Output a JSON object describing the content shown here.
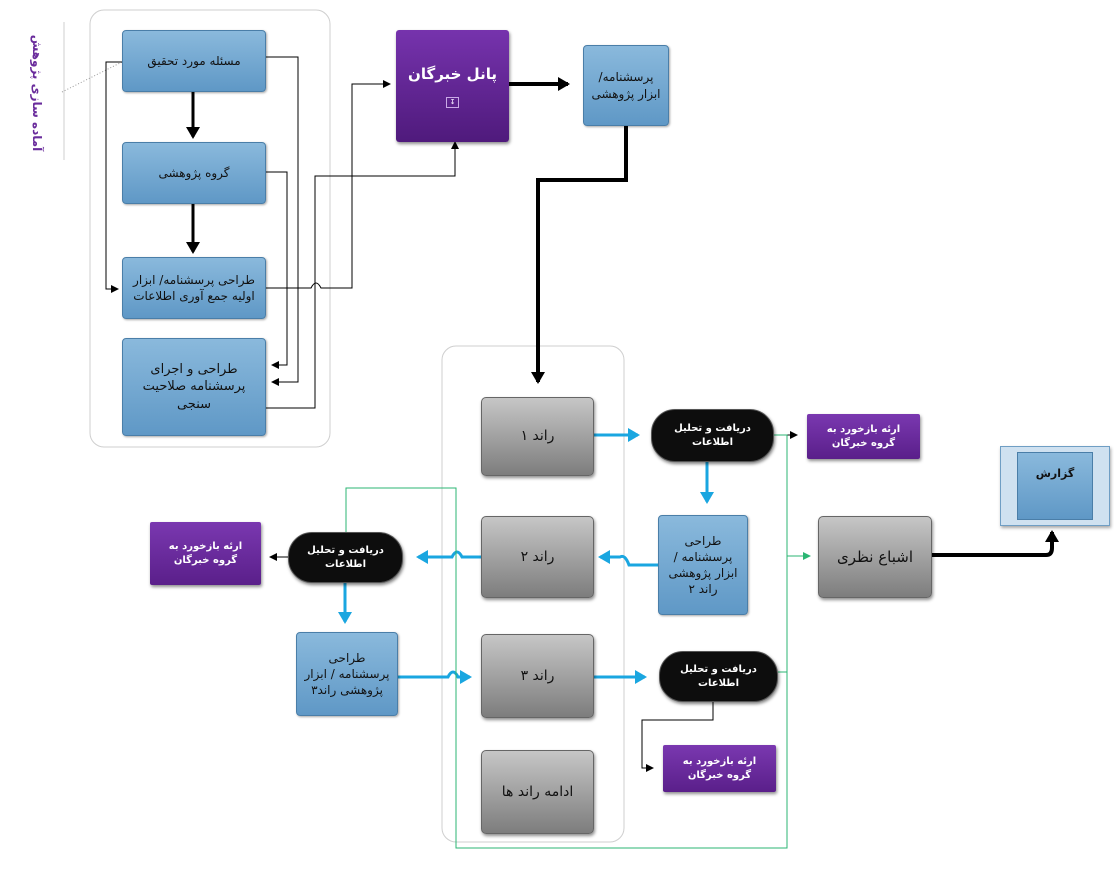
{
  "side_label": "آماده سازی پژوهش",
  "prep": {
    "problem": "مسئله مورد تحقیق",
    "team": "گروه پژوهشی",
    "design_instrument": "طراحی پرسشنامه/ ابزار اولیه جمع آوری اطلاعات",
    "validation": "طراحی و اجرای پرسشنامه صلاحیت سنجی"
  },
  "expert_panel": "پانل خبرگان",
  "panel_icon": "download-icon",
  "questionnaire": "پرسشنامه/ ابزار پژوهشی",
  "rounds": {
    "r1": "راند ۱",
    "r2": "راند ۲",
    "r3": "راند ۳",
    "continue": "ادامه راند ها"
  },
  "analysis_label": "دریافت و تحلیل اطلاعات",
  "feedback_label": "ارئه بازخورد به گروه خبرگان",
  "design_r2": "طراحی پرسشنامه / ابزار پژوهشی راند ۲",
  "design_r3": "طراحی پرسشنامه / ابزار پژوهشی راند۳",
  "saturation": "اشباع نظری",
  "report": "گزارش",
  "colors": {
    "flow_arrow": "#000000",
    "round_arrow": "#1aa6e0",
    "loop_line": "#2bb673",
    "accent_purple": "#5a1f8a"
  }
}
